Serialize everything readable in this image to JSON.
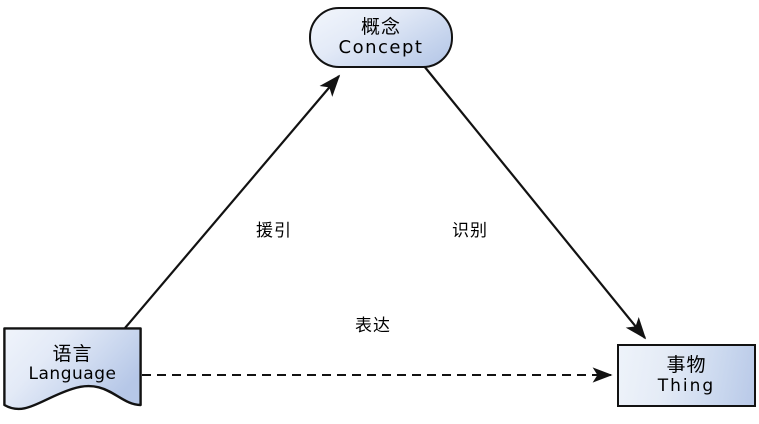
{
  "diagram": {
    "title": "semiotic-triangle",
    "background_color": "#ffffff",
    "line_color": "#121212",
    "node_fill_light": "#f2f6fc",
    "node_fill_dark": "#b3c5e6",
    "node_border_color": "#121212"
  },
  "nodes": [
    {
      "id": "concept",
      "shape": "rounded-rectangle",
      "cn": "概念",
      "en": "Concept"
    },
    {
      "id": "language",
      "shape": "document",
      "cn": "语言",
      "en": "Language"
    },
    {
      "id": "thing",
      "shape": "rectangle",
      "cn": "事物",
      "en": "Thing"
    }
  ],
  "edges": [
    {
      "id": "cite",
      "from": "language",
      "to": "concept",
      "label": "援引",
      "style": "solid",
      "arrow": "filled"
    },
    {
      "id": "identify",
      "from": "concept",
      "to": "thing",
      "label": "识别",
      "style": "solid",
      "arrow": "filled"
    },
    {
      "id": "express",
      "from": "language",
      "to": "thing",
      "label": "表达",
      "style": "dashed",
      "arrow": "filled"
    }
  ]
}
